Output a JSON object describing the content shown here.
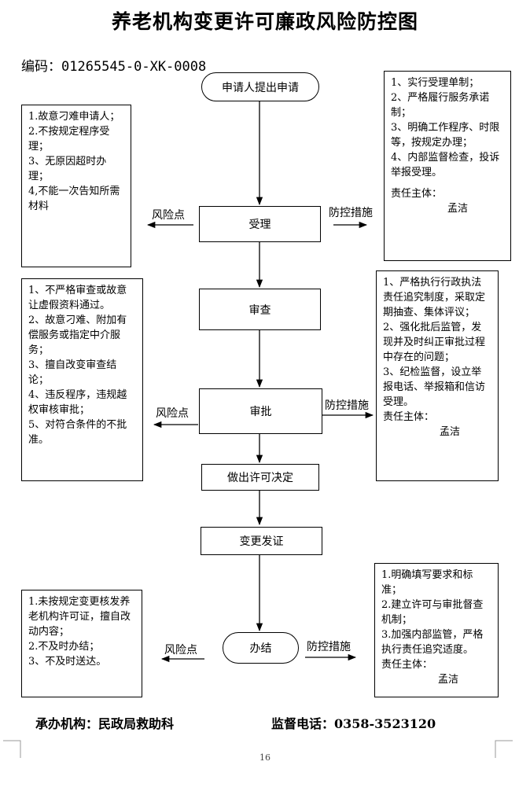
{
  "title": "养老机构变更许可廉政风险防控图",
  "code": "编码：01265545-0-XK-0008",
  "steps": {
    "apply": "申请人提出申请",
    "accept": "受理",
    "review": "审查",
    "approve": "审批",
    "decide": "做出许可决定",
    "issue": "变更发证",
    "complete": "办结"
  },
  "labels": {
    "risk_point": "风险点",
    "control_measures": "防控措施"
  },
  "risks": {
    "accept": [
      "1.故意刁难申请人；",
      "2.不按规定程序受理；",
      "3、无原因超时办理；",
      "4,不能一次告知所需材料"
    ],
    "approve": [
      "1、不严格审查或故意让虚假资料通过。",
      "2、故意刁难、附加有偿服务或指定中介服务；",
      "3、擅自改变审查结论；",
      "4、违反程序，违规越权审核审批；",
      "5、对符合条件的不批准。"
    ],
    "complete": [
      "1.未按规定变更核发养老机构许可证，擅自改动内容；",
      "2.不及时办结；",
      "3、不及时送达。"
    ]
  },
  "measures": {
    "accept": {
      "items": [
        "1、实行受理单制；",
        "2、严格履行服务承诺制；",
        "3、明确工作程序、时限等，按规定办理；",
        "4、内部监督检查，投诉举报受理。"
      ],
      "owner_label": "责任主体：",
      "owner": "孟洁"
    },
    "approve": {
      "items": [
        "1、严格执行行政执法责任追究制度，采取定期抽查、集体评议；",
        "2、强化批后监管，发现并及时纠正审批过程中存在的问题；",
        "3、纪检监督，设立举报电话、举报箱和信访受理。"
      ],
      "owner_label": "责任主体：",
      "owner": "孟洁"
    },
    "complete": {
      "items": [
        "1.明确填写要求和标准；",
        "2.建立许可与审批督查机制；",
        "3.加强内部监管，严格执行责任追究适度。"
      ],
      "owner_label": "责任主体：",
      "owner": "孟洁"
    }
  },
  "footer": {
    "agency": "承办机构：民政局救助科",
    "phone": "监督电话：0358-3523120"
  },
  "page_number": "16"
}
